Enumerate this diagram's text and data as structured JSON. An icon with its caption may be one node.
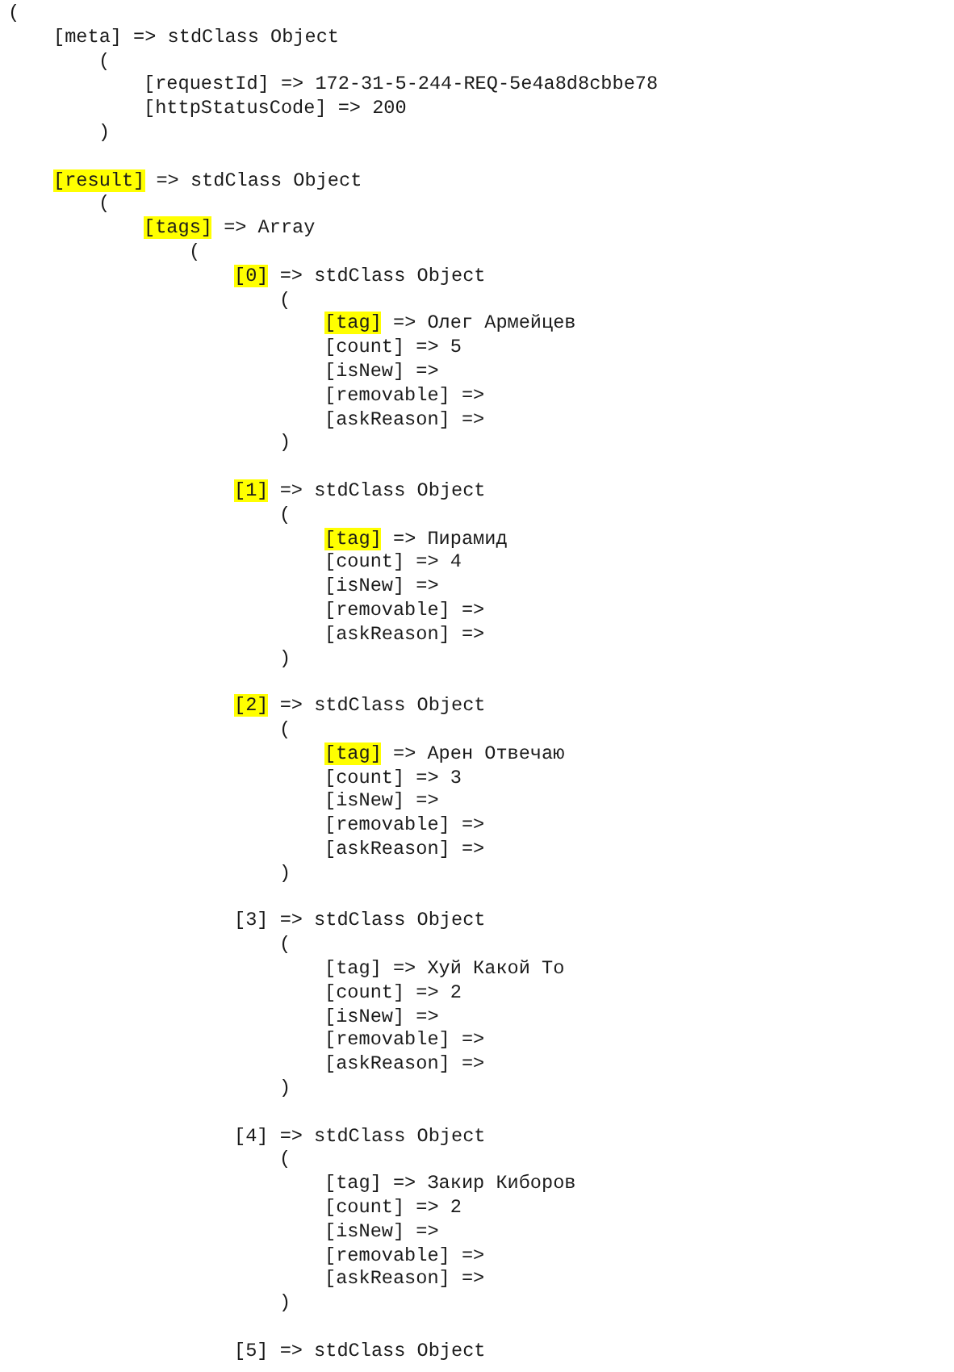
{
  "diagram": {
    "labels": [
      "(",
      "[meta] => stdClass Object",
      "(",
      "[requestId] => 172-31-5-244-REQ-5e4a8d8cbbe78",
      "[httpStatusCode] => 200",
      ")",
      "[result] => stdClass Object",
      "(",
      "[tags] => Array",
      "(",
      "[0] => stdClass Object",
      "(",
      "[tag] => Олег Армейцев",
      "[count] => 5",
      "[isNew] =>",
      "[removable] =>",
      "[askReason] =>",
      ")",
      "[1] => stdClass Object",
      "(",
      "[tag] => Пирамид",
      "[count] => 4",
      "[isNew] =>",
      "[removable] =>",
      "[askReason] =>",
      ")",
      "[2] => stdClass Object",
      "(",
      "[tag] => Арен Отвечаю",
      "[count] => 3",
      "[isNew] =>",
      "[removable] =>",
      "[askReason] =>",
      ")",
      "[3] => stdClass Object",
      "(",
      "[tag] => Хуй Какой То",
      "[count] => 2",
      "[isNew] =>",
      "[removable] =>",
      "[askReason] =>",
      ")",
      "[4] => stdClass Object",
      "(",
      "[tag] => Закир Киборов",
      "[count] => 2",
      "[isNew] =>",
      "[removable] =>",
      "[askReason] =>",
      ")",
      "[5] => stdClass Object"
    ]
  }
}
